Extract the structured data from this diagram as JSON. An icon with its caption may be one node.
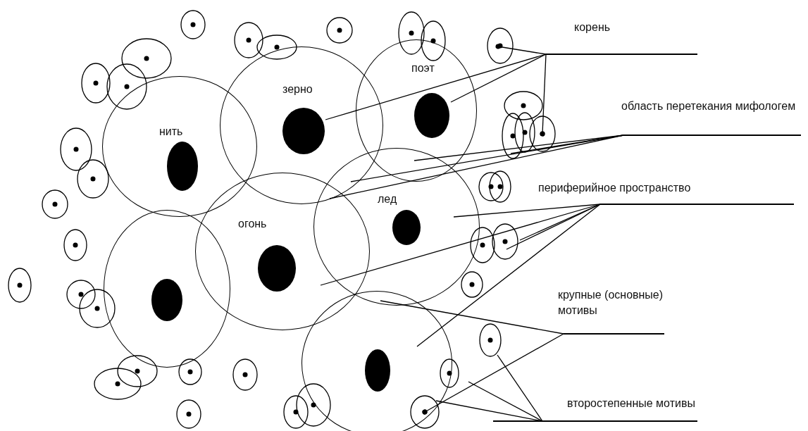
{
  "diagram": {
    "nodes": [
      {
        "text": [
          "зерно"
        ]
      },
      {
        "text": [
          "поэт"
        ]
      },
      {
        "text": [
          "нить"
        ]
      },
      {
        "text": [
          "огонь"
        ]
      },
      {
        "text": [
          "лед"
        ]
      },
      {
        "text": [],
        "shape": "circle"
      },
      {
        "text": [],
        "shape": "circle"
      },
      {
        "text": [
          "корень"
        ]
      },
      {
        "text": [
          "область перетекания мифологем"
        ]
      },
      {
        "text": [
          "периферийное пространство"
        ]
      },
      {
        "text": [
          "крупные (основные) мотивы"
        ]
      },
      {
        "text": [
          "второстепенные мотивы"
        ]
      }
    ],
    "edges": [
      {
        "from": 7,
        "to": null,
        "arrow": "other"
      },
      {
        "from": 7,
        "to": 0,
        "arrow": "none"
      },
      {
        "from": 7,
        "to": 1,
        "arrow": "none"
      },
      {
        "from": 7,
        "to": null,
        "arrow": "other"
      },
      {
        "from": 8,
        "to": 1,
        "arrow": "none"
      },
      {
        "from": 8,
        "to": 0,
        "arrow": "none"
      },
      {
        "from": 8,
        "to": 0,
        "arrow": "none"
      },
      {
        "from": 8,
        "to": null,
        "arrow": "none"
      },
      {
        "from": 9,
        "to": 4,
        "arrow": "none"
      },
      {
        "from": 9,
        "to": null,
        "arrow": "none"
      },
      {
        "from": 9,
        "to": null,
        "arrow": "none"
      },
      {
        "from": 9,
        "to": 6,
        "arrow": "none"
      },
      {
        "from": 9,
        "to": 4,
        "arrow": "none"
      },
      {
        "from": 10,
        "to": 6,
        "arrow": "none"
      },
      {
        "from": 10,
        "to": 6,
        "arrow": "other"
      },
      {
        "from": 11,
        "to": null,
        "arrow": "none"
      },
      {
        "from": 11,
        "to": null,
        "arrow": "none"
      },
      {
        "from": 11,
        "to": 6,
        "arrow": "none"
      }
    ]
  }
}
